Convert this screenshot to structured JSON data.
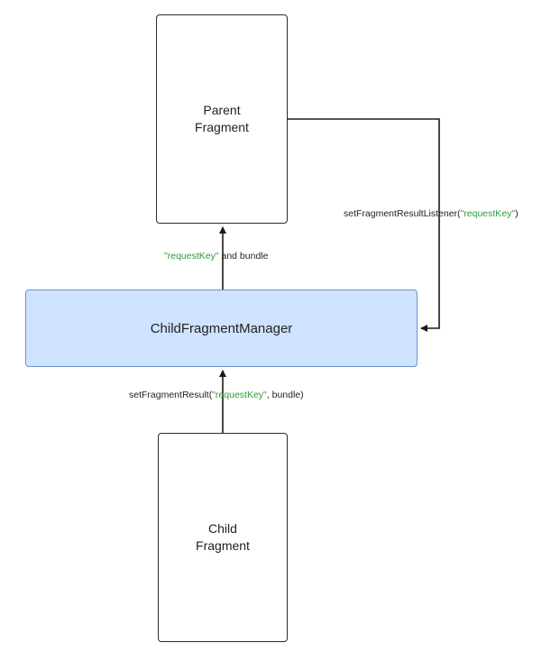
{
  "parent_fragment": {
    "line1": "Parent",
    "line2": "Fragment"
  },
  "child_fragment": {
    "line1": "Child",
    "line2": "Fragment"
  },
  "manager": {
    "label": "ChildFragmentManager"
  },
  "edges": {
    "manager_to_parent": {
      "key": "\"requestKey\"",
      "rest": " and bundle"
    },
    "parent_listener": {
      "prefix": "setFragmentResultListener(",
      "key": "\"requestKey\"",
      "suffix": ")"
    },
    "child_result": {
      "prefix": "setFragmentResult(",
      "key": "\"requestKey\"",
      "suffix": ", bundle)"
    }
  },
  "colors": {
    "manager_fill": "#cfe2ff",
    "manager_border": "#6f93c4",
    "key_text": "#2e9a3a",
    "line": "#1a1a1a"
  }
}
